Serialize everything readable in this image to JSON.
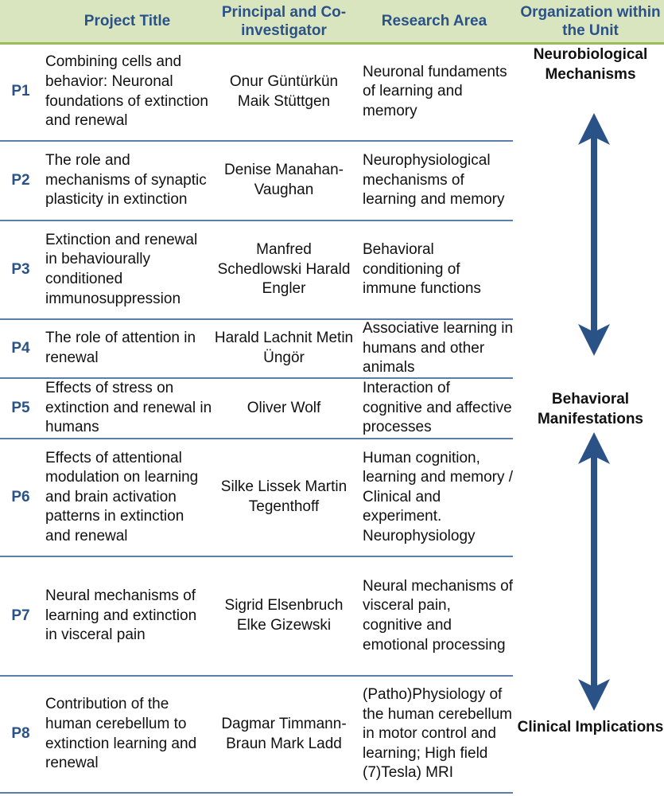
{
  "header": {
    "project_title": "Project Title",
    "investigator": "Principal and Co-investigator",
    "research_area": "Research Area",
    "organization": "Organization within the Unit"
  },
  "rows": [
    {
      "id": "P1",
      "title": "Combining cells and behavior: Neuronal foundations of extinction and renewal",
      "investigators": "Onur Güntürkün Maik Stüttgen",
      "area": "Neuronal fundaments of learning and memory"
    },
    {
      "id": "P2",
      "title": "The role and mechanisms of synaptic plasticity in extinction",
      "investigators": "Denise Manahan-Vaughan",
      "area": "Neurophysiological mechanisms of learning and memory"
    },
    {
      "id": "P3",
      "title": "Extinction and renewal in behaviourally conditioned immunosuppression",
      "investigators": "Manfred Schedlowski Harald Engler",
      "area": "Behavioral conditioning of immune functions"
    },
    {
      "id": "P4",
      "title": "The role of attention in renewal",
      "investigators": "Harald Lachnit Metin Üngör",
      "area": "Associative learning in humans and other animals"
    },
    {
      "id": "P5",
      "title": "Effects of stress on extinction and renewal in humans",
      "investigators": "Oliver Wolf",
      "area": "Interaction of cognitive and affective processes"
    },
    {
      "id": "P6",
      "title": "Effects of attentional modulation on learning and brain activation patterns in extinction and renewal",
      "investigators": "Silke Lissek Martin Tegenthoff",
      "area": "Human cognition, learning and memory / Clinical and experiment. Neurophysiology"
    },
    {
      "id": "P7",
      "title": "Neural mechanisms of learning and extinction in visceral pain",
      "investigators": "Sigrid Elsenbruch Elke Gizewski",
      "area": "Neural mechanisms of visceral pain, cognitive and emotional processing"
    },
    {
      "id": "P8",
      "title": "Contribution of the human cerebellum to extinction learning and renewal",
      "investigators": "Dagmar Timmann-Braun Mark Ladd",
      "area": "(Patho)Physiology of the human cerebellum in motor control and learning; High field (7)Tesla) MRI"
    }
  ],
  "organization": {
    "top": "Neurobiological Mechanisms",
    "middle": "Behavioral Manifestations",
    "bottom": "Clinical Implications"
  },
  "colors": {
    "header_bg": "#d9e5bf",
    "header_text": "#2a5287",
    "arrow": "#2a5287",
    "rule": "#5b7fa8"
  }
}
